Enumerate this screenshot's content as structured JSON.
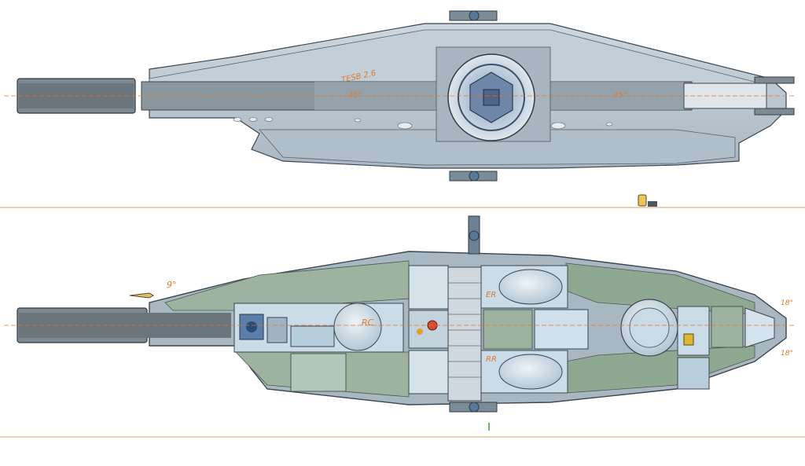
{
  "annotations": {
    "top_label": "TESB 2.6",
    "top_angle_left": "45°",
    "top_angle_right": "45°",
    "bottom_angle_left": "9°",
    "room_rc": "RC",
    "room_er_top": "ER",
    "room_er_bottom": "RR",
    "right_angle_top": "18°",
    "right_angle_bottom": "18°"
  },
  "colors": {
    "hull": "#b9c6d0",
    "hull_dark": "#8fa0ae",
    "barrel": "#7d8891",
    "interior_green": "#8fa892",
    "interior_blue": "#c9dce8",
    "annotation": "#e07a2a",
    "outline": "#3b4650"
  }
}
